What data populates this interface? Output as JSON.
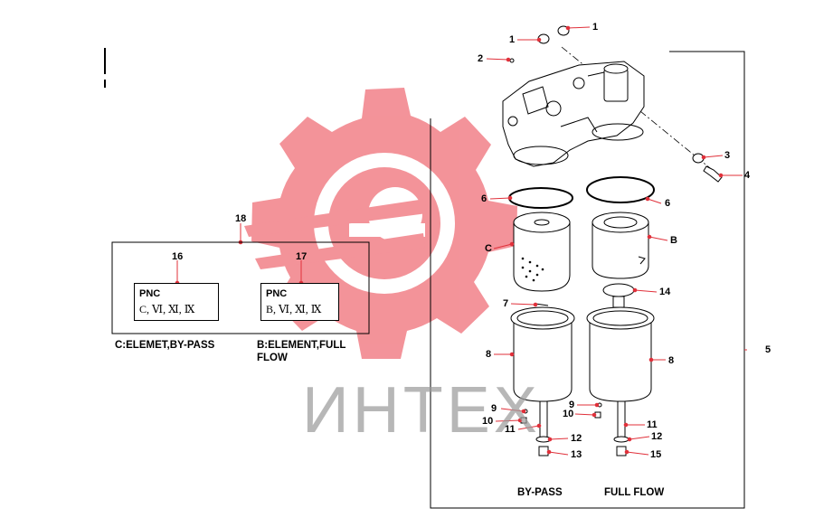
{
  "callouts": {
    "n1a": "1",
    "n1b": "1",
    "n2": "2",
    "n3": "3",
    "n4": "4",
    "n5": "5",
    "n6a": "6",
    "n6b": "6",
    "nC": "C",
    "nB": "B",
    "n7": "7",
    "n14": "14",
    "n8a": "8",
    "n8b": "8",
    "n9a": "9",
    "n9b": "9",
    "n10a": "10",
    "n10b": "10",
    "n11a": "11",
    "n11b": "11",
    "n12a": "12",
    "n12b": "12",
    "n13": "13",
    "n15": "15",
    "n16": "16",
    "n17": "17",
    "n18": "18"
  },
  "pnc": {
    "box16": {
      "title": "PNC",
      "value": "C, Ⅵ, Ⅺ, Ⅸ"
    },
    "box17": {
      "title": "PNC",
      "value": "B, Ⅵ, Ⅺ, Ⅸ"
    }
  },
  "captions": {
    "bypass_element": "C:ELEMET,BY-PASS",
    "fullflow_element": "B:ELEMENT,FULL FLOW",
    "bypass": "BY-PASS",
    "fullflow": "FULL FLOW"
  },
  "watermark": {
    "text": "ИНТЕХ",
    "logo": "red-gear-logo",
    "color": "#e8404b"
  }
}
